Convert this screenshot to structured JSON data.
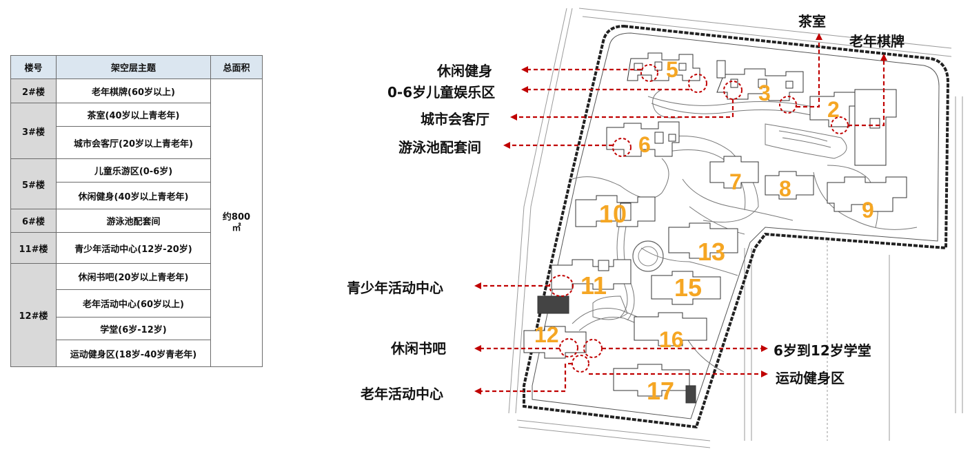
{
  "table": {
    "headers": [
      "楼号",
      "架空层主题",
      "总面积"
    ],
    "total_area_line1": "约800",
    "total_area_line2": "㎡",
    "groups": [
      {
        "building": "2#楼",
        "themes": [
          "老年棋牌(60岁以上)"
        ]
      },
      {
        "building": "3#楼",
        "themes": [
          "茶室(40岁以上青老年)",
          "城市会客厅(20岁以上青老年)"
        ]
      },
      {
        "building": "5#楼",
        "themes": [
          "儿童乐游区(0-6岁)",
          "休闲健身(40岁以上青老年)"
        ]
      },
      {
        "building": "6#楼",
        "themes": [
          "游泳池配套间"
        ]
      },
      {
        "building": "11#楼",
        "themes": [
          "青少年活动中心(12岁-20岁)"
        ]
      },
      {
        "building": "12#楼",
        "themes": [
          "休闲书吧(20岁以上青老年)",
          "老年活动中心(60岁以上)",
          "学堂(6岁-12岁)",
          "运动健身区(18岁-40岁青老年)"
        ]
      }
    ]
  },
  "annotations": {
    "leisure_fitness": "休闲健身",
    "kids_area": "0-6岁儿童娱乐区",
    "city_lounge": "城市会客厅",
    "pool_room": "游泳池配套间",
    "tea_room": "茶室",
    "elder_chess": "老年棋牌",
    "youth_center": "青少年活动中心",
    "reading_bar": "休闲书吧",
    "school": "6岁到12岁学堂",
    "sports_area": "运动健身区",
    "elder_center": "老年活动中心"
  },
  "building_numbers": [
    "5",
    "3",
    "2",
    "6",
    "7",
    "8",
    "9",
    "10",
    "13",
    "11",
    "15",
    "12",
    "16",
    "17"
  ],
  "colors": {
    "arrow": "#c00000",
    "building_number": "#f5a623",
    "header_bg": "#dbe6f0",
    "building_cell_bg": "#d9d9d9"
  }
}
